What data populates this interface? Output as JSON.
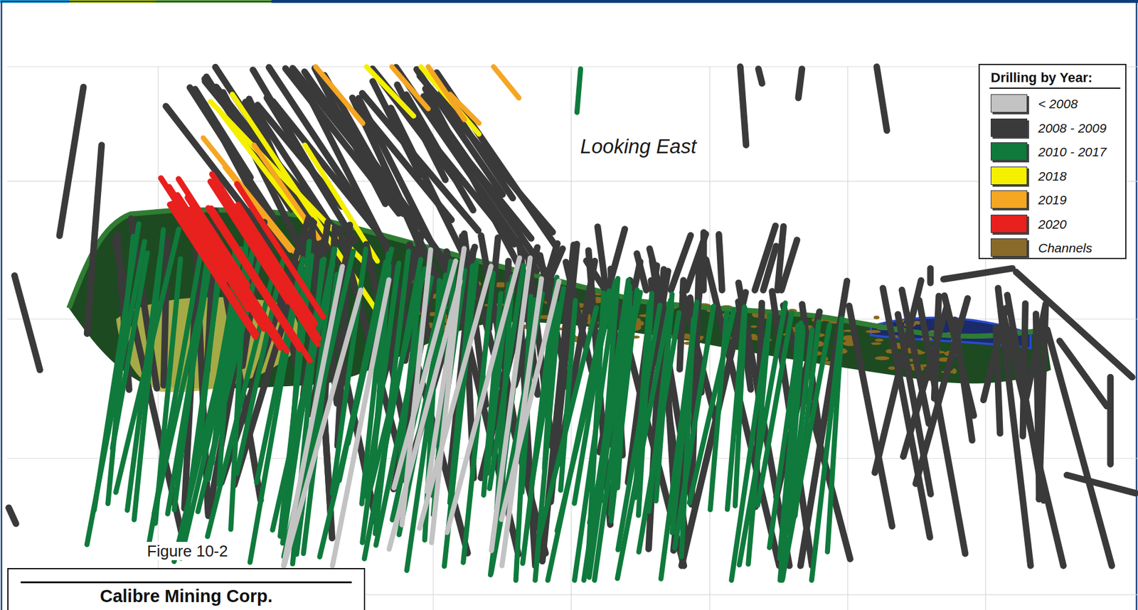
{
  "diagram": {
    "nodes": [
      {
        "text": [
          "Calibre Mining Corp."
        ]
      }
    ],
    "labels": [
      "Looking East",
      "Figure 10-2",
      "Drilling by Year:"
    ],
    "legend": [
      {
        "text": "< 2008",
        "color": "#c3c3c3"
      },
      {
        "text": "2008 - 2009",
        "color": "#3a3a3a"
      },
      {
        "text": "2010 - 2017",
        "color": "#0f7a3c"
      },
      {
        "text": "2018",
        "color": "#f4f000"
      },
      {
        "text": "2019",
        "color": "#f5a623"
      },
      {
        "text": "2020",
        "color": "#e8201e"
      },
      {
        "text": "Channels",
        "color": "#8a6a2a"
      }
    ]
  }
}
